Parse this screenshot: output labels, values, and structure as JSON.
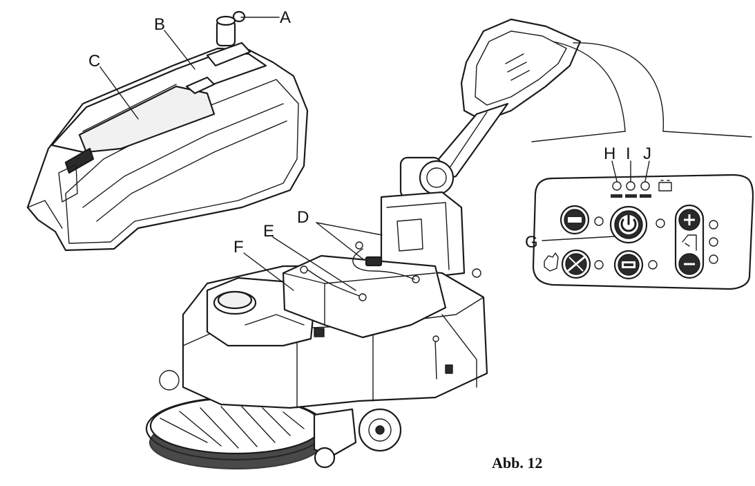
{
  "labels": {
    "a": "A",
    "b": "B",
    "c": "C",
    "d": "D",
    "e": "E",
    "f": "F",
    "g": "G",
    "h": "H",
    "i": "I",
    "j": "J"
  },
  "caption": "Abb. 12",
  "colors": {
    "line": "#1a1a1a",
    "background": "#ffffff"
  }
}
